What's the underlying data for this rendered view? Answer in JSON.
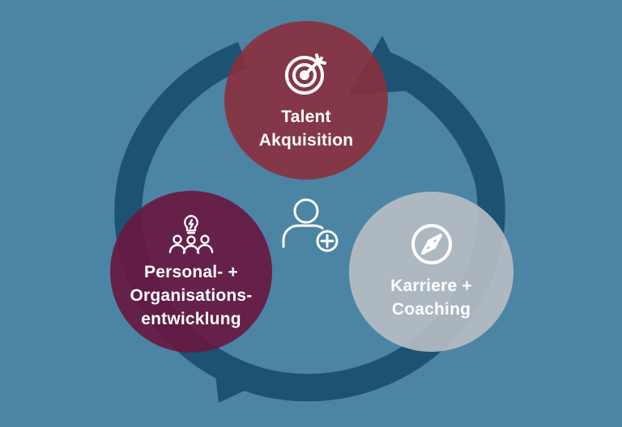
{
  "colors": {
    "background": "#4b85a3",
    "arrow": "#1d5272",
    "talent": "#8c2e3a",
    "karriere": "#b9bec4",
    "personal": "#681640",
    "icon_stroke": "#ffffff"
  },
  "nodes": {
    "talent": {
      "line1": "Talent",
      "line2": "Akquisition",
      "icon": "target-icon"
    },
    "karriere": {
      "line1": "Karriere +",
      "line2": "Coaching",
      "icon": "compass-icon"
    },
    "personal": {
      "line1": "Personal- +",
      "line2": "Organisations-",
      "line3": "entwicklung",
      "icon": "team-idea-icon"
    }
  },
  "center": {
    "icon": "add-user-icon"
  }
}
